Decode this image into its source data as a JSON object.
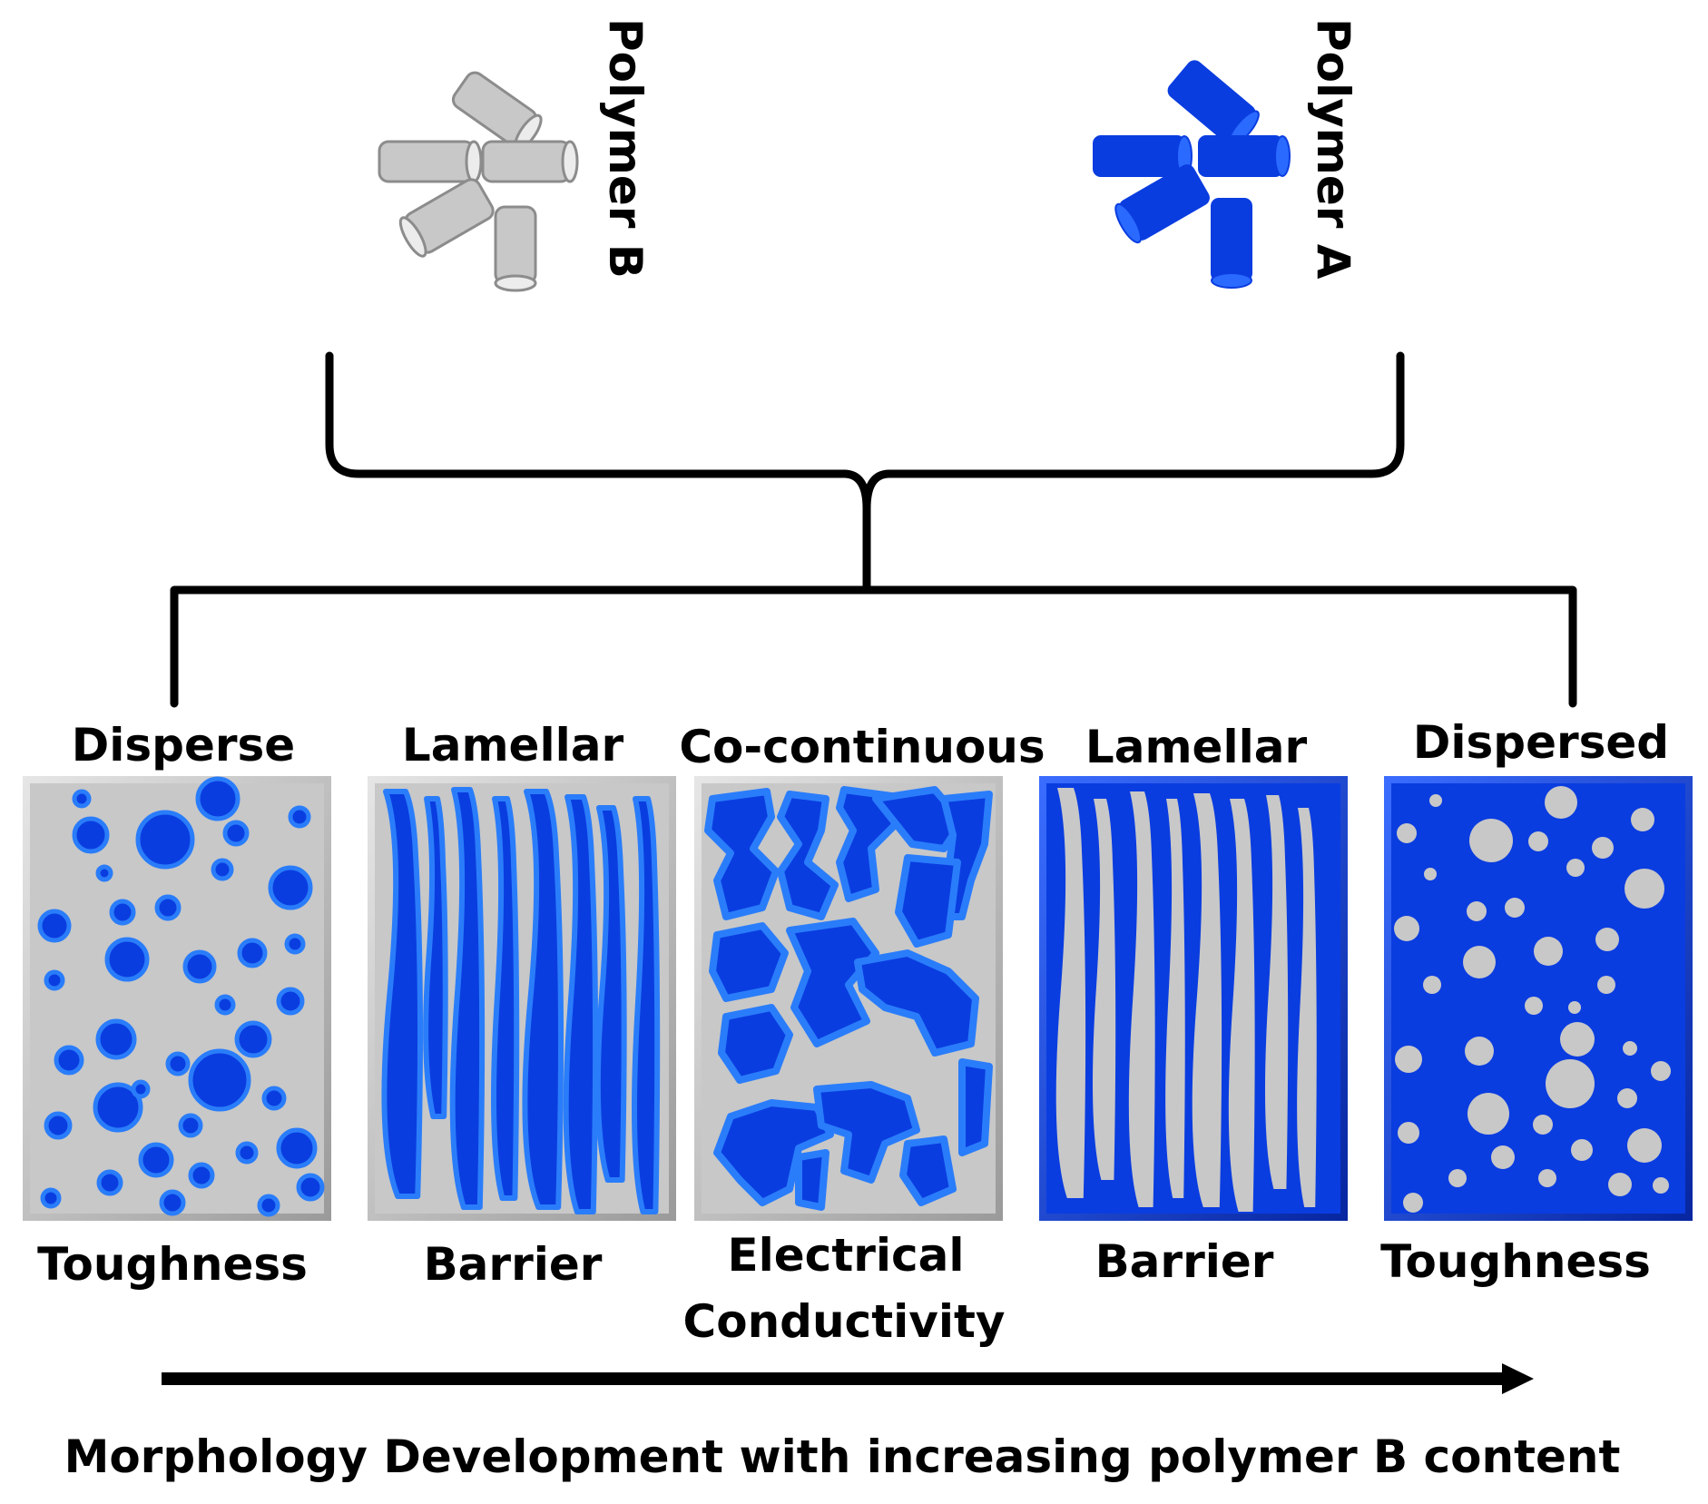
{
  "polymers": {
    "b": {
      "label": "Polymer B",
      "color": "#c8c8c8"
    },
    "a": {
      "label": "Polymer A",
      "color": "#0a3de0"
    }
  },
  "phases": [
    {
      "title": "Disperse",
      "property": "Toughness"
    },
    {
      "title": "Lamellar",
      "property": "Barrier"
    },
    {
      "title": "Co-continuous",
      "property_line1": "Electrical",
      "property_line2": "Conductivity"
    },
    {
      "title": "Lamellar",
      "property": "Barrier"
    },
    {
      "title": "Dispersed",
      "property": "Toughness"
    }
  ],
  "caption": "Morphology Development with increasing polymer B content",
  "colors": {
    "matrix_gray": "#c8c8c8",
    "blue_dark": "#0a3de0",
    "blue_light": "#2a7dfa",
    "ink": "#000000"
  }
}
